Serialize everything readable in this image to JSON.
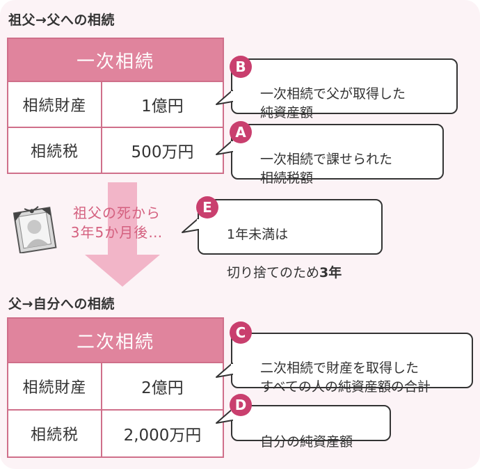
{
  "section1": {
    "title": "祖父→父への相続"
  },
  "first": {
    "header": "一次相続",
    "rows": [
      {
        "label": "相続財産",
        "value": "1億円"
      },
      {
        "label": "相続税",
        "value": "500万円"
      }
    ]
  },
  "section2": {
    "title": "父→自分への相続"
  },
  "second": {
    "header": "二次相続",
    "rows": [
      {
        "label": "相続財産",
        "value": "2億円"
      },
      {
        "label": "相続税",
        "value": "2,000万円"
      }
    ]
  },
  "middle": {
    "caption": "祖父の死から\n3年5か月後…"
  },
  "notes": {
    "B": {
      "badge": "B",
      "text": "一次相続で父が取得した\n純資産額"
    },
    "A": {
      "badge": "A",
      "text": "一次相続で課せられた\n相続税額"
    },
    "E": {
      "badge": "E",
      "text_line1": "1年未満は",
      "text_line2": "切り捨てのため",
      "text_bold": "3年"
    },
    "C": {
      "badge": "C",
      "text": "二次相続で財産を取得した\nすべての人の純資産額の合計"
    },
    "D": {
      "badge": "D",
      "text": "自分の純資産額"
    }
  },
  "colors": {
    "pink_header": "#e0849d",
    "badge": "#c93f6e",
    "arrow": "#f2b5c8",
    "background": "#fcf3f6"
  }
}
